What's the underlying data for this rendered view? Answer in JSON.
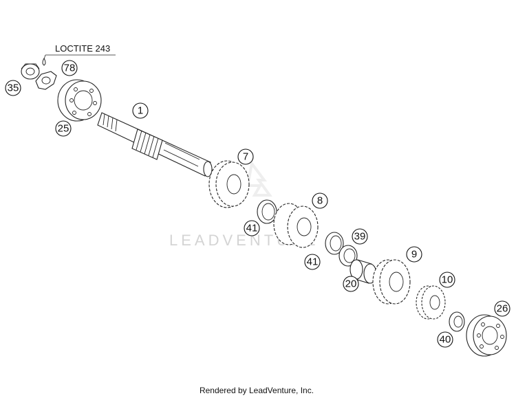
{
  "callouts": {
    "c1": "1",
    "c7": "7",
    "c8": "8",
    "c9": "9",
    "c10": "10",
    "c20": "20",
    "c25": "25",
    "c26": "26",
    "c35": "35",
    "c39": "39",
    "c40": "40",
    "c41a": "41",
    "c41b": "41",
    "c78": "78"
  },
  "note": "LOCTITE 243",
  "watermark": "LEADVENTURE",
  "footer": "Rendered by LeadVenture, Inc."
}
